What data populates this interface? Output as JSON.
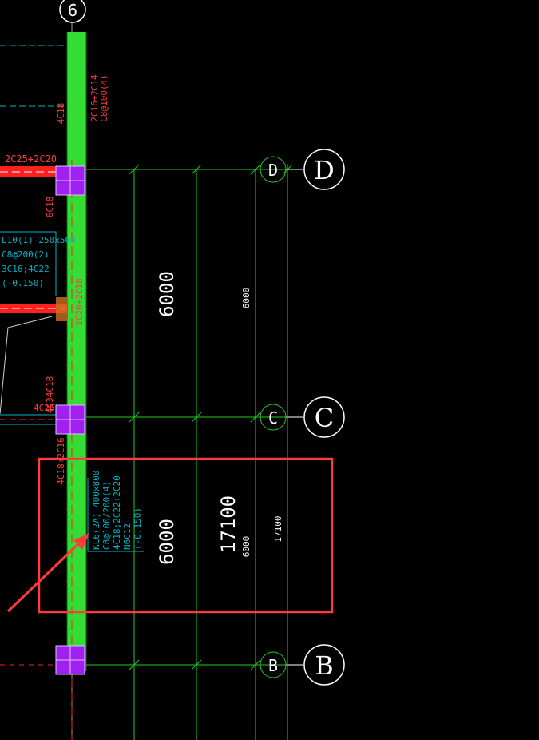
{
  "grid_bubbles": {
    "col_6": "6",
    "row_d": "D",
    "row_c": "C",
    "row_b": "B"
  },
  "dims": {
    "big_dc": "6000",
    "big_cb": "6000",
    "total": "17100",
    "small_dc": "6000",
    "small_cb": "6000",
    "small_total": "17100"
  },
  "rebar": {
    "col_top_left": "4C18",
    "col_top_right": "2C16+2C14",
    "col_top_right_2": "C8@100(4)",
    "beam_top_label": "2C25+2C20",
    "col_mid_left": "6C18",
    "col_mid_right": "2C20+2C18",
    "col_low_left": "4C18+2C16",
    "beam_c_label": "4C25",
    "beam_c_label2": "4C34C18"
  },
  "beam_l10": {
    "line1": "L10(1) 250x500",
    "line2": "C8@200(2)",
    "line3": "3C16;4C22",
    "line4": "(-0.150)"
  },
  "beam_kl6": {
    "line1": "KL6(2A) 400x800",
    "line2": "C8@100/200(4)",
    "line3": "4C18;2C22+2C20",
    "line4": "N6C12",
    "line5": "(-0.150)"
  },
  "colors": {
    "column": "#33dd33",
    "column_node": "#a020f0",
    "beam": "#ff2020",
    "dim_line": "#22cc22",
    "cyan_text": "#00b4c8",
    "annotation": "#ff3b3b",
    "white": "#ffffff",
    "grey": "#9a9a9a"
  }
}
